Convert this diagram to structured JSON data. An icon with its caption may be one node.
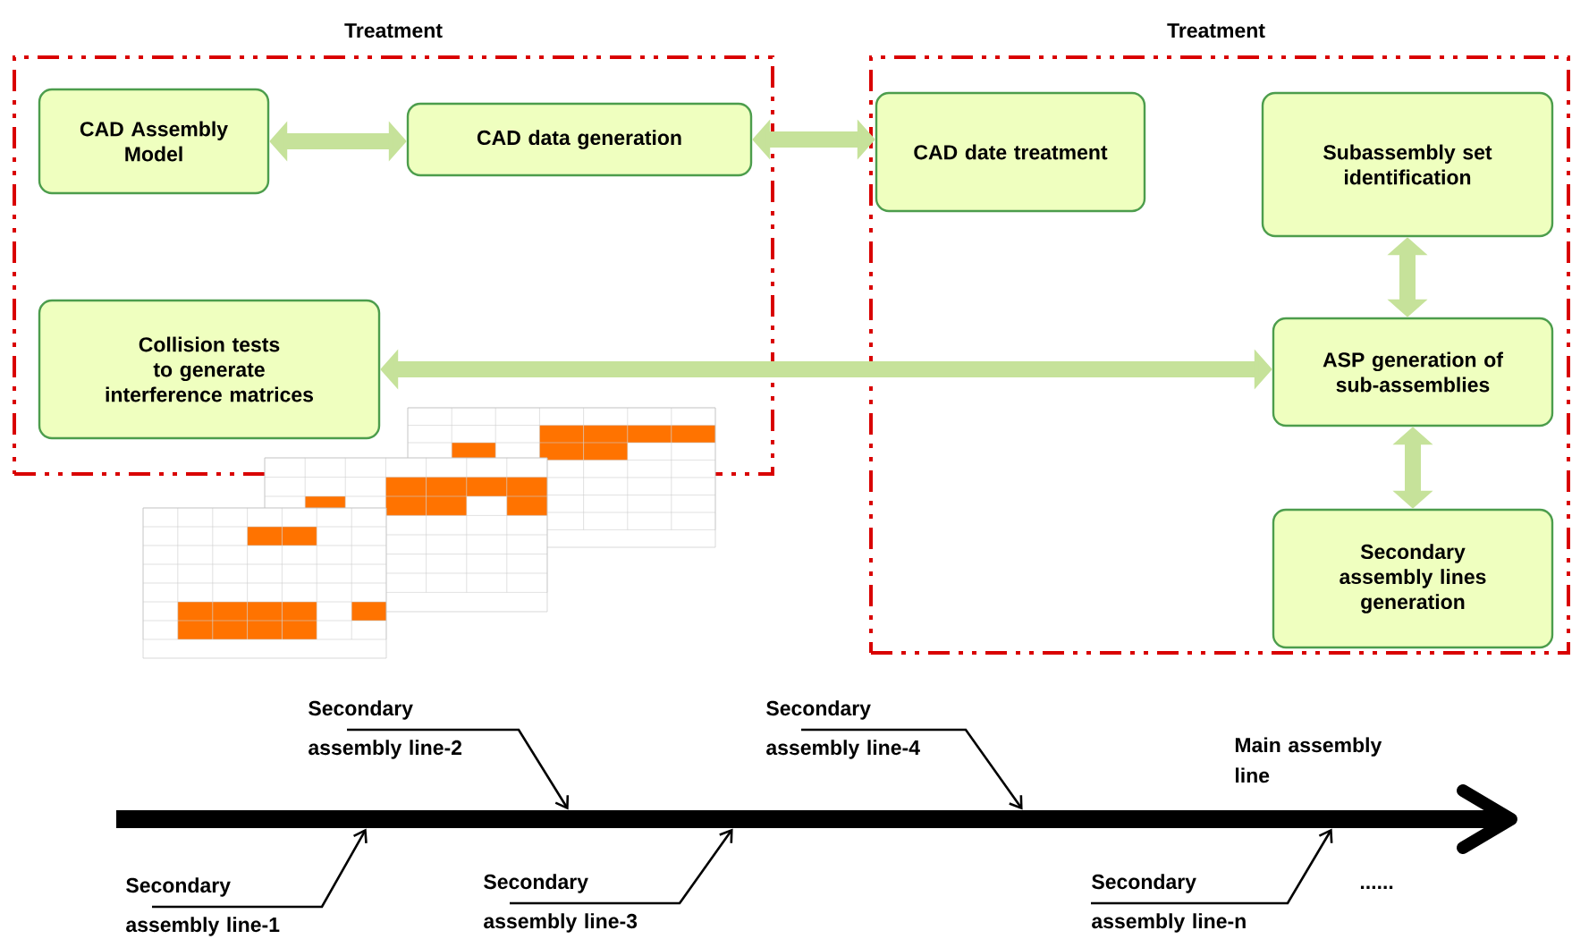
{
  "diagram": {
    "nodes": [
      {
        "text": [
          "Treatment"
        ]
      },
      {
        "text": [
          "CAD Assembly Model"
        ],
        "in": 0
      },
      {
        "text": [
          "CAD data generation"
        ],
        "in": 0
      },
      {
        "text": [
          "Collision tests to generate interference matrices"
        ],
        "in": 0
      },
      {
        "text": [
          "Treatment"
        ]
      },
      {
        "text": [
          "CAD date treatment"
        ],
        "in": 4
      },
      {
        "text": [
          "Subassembly set identification"
        ],
        "in": 4
      },
      {
        "text": [
          "ASP generation of sub-assemblies"
        ],
        "in": 4
      },
      {
        "text": [
          "Secondary assembly lines generation"
        ],
        "in": 4
      },
      {
        "text": [],
        "shape": "bar",
        "beside": [
          "Main assembly line"
        ]
      },
      {
        "text": [
          "Secondary assembly line-1"
        ]
      },
      {
        "text": [
          "Secondary assembly line-2"
        ]
      },
      {
        "text": [
          "Secondary assembly line-3"
        ]
      },
      {
        "text": [
          "Secondary assembly line-4"
        ]
      },
      {
        "text": [
          "Secondary assembly line-n"
        ]
      }
    ],
    "edges": [
      {
        "from": 1,
        "to": 2,
        "arrow": "both",
        "style": "thick",
        "color": "#c6e29a"
      },
      {
        "from": 2,
        "to": 5,
        "arrow": "both",
        "style": "thick",
        "color": "#c6e29a"
      },
      {
        "from": 3,
        "to": 7,
        "arrow": "both",
        "style": "thick",
        "color": "#c6e29a"
      },
      {
        "from": 6,
        "to": 7,
        "arrow": "both",
        "style": "thick",
        "color": "#c6e29a"
      },
      {
        "from": 7,
        "to": 8,
        "arrow": "both",
        "style": "thick",
        "color": "#c6e29a"
      },
      {
        "from": 10,
        "to": 9,
        "arrow": "to",
        "color": "#000000"
      },
      {
        "from": 11,
        "to": 9,
        "arrow": "to",
        "color": "#000000"
      },
      {
        "from": 12,
        "to": 9,
        "arrow": "to",
        "color": "#000000"
      },
      {
        "from": 13,
        "to": 9,
        "arrow": "to",
        "color": "#000000"
      },
      {
        "from": 14,
        "to": 9,
        "arrow": "to",
        "color": "#000000"
      }
    ],
    "labels": [
      "......"
    ]
  }
}
